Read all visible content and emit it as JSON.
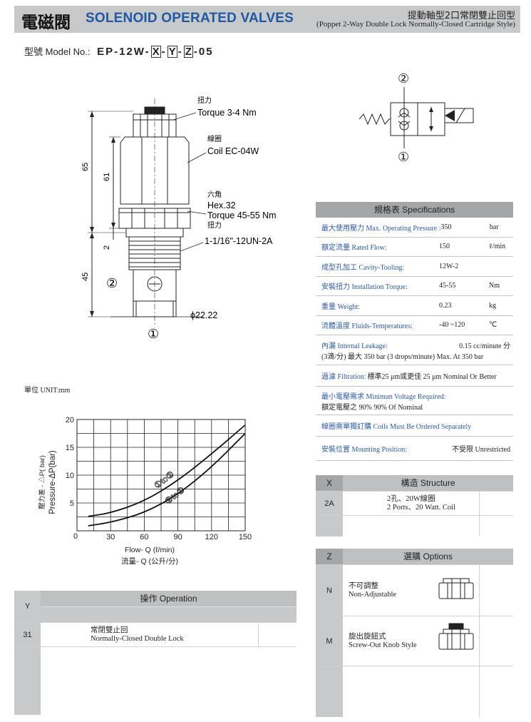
{
  "header": {
    "title_zh": "電磁閥",
    "title_en": "SOLENOID OPERATED VALVES",
    "subtitle_zh": "提動軸型2口常閉雙止回型",
    "subtitle_en": "(Poppet 2-Way Double Lock Normally-Closed Cartridge Style)"
  },
  "model": {
    "label": "型號 Model No.:",
    "prefix": "EP-12W-",
    "x": "X",
    "y": "Y",
    "z": "Z",
    "sep": "-",
    "suffix": "-05"
  },
  "drawing": {
    "torque_zh": "扭力",
    "torque": "Torque 3-4 Nm",
    "coil_zh": "線圈",
    "coil": "Coil EC-04W",
    "hex_zh": "六角",
    "hex": "Hex.32",
    "hex_torque": "Torque 45-55 Nm",
    "hex_torque_zh": "扭力",
    "thread": "1-1/16\"-12UN-2A",
    "diameter": "ϕ22.22",
    "dim_65": "65",
    "dim_61": "61",
    "dim_2": "2",
    "dim_45": "45",
    "port1": "①",
    "port2": "②"
  },
  "symbol": {
    "port1": "①",
    "port2": "②"
  },
  "unit_note": "單位 UNIT:mm",
  "chart_data": {
    "type": "line",
    "title": "",
    "xlabel": "Flow- Q (ℓ/min)",
    "xlabel_zh": "流量- Q (公升/分)",
    "ylabel": "Pressure-ΔP(bar)",
    "ylabel_zh": "壓力差 - △P( bar)",
    "xlim": [
      0,
      150
    ],
    "ylim": [
      0,
      20
    ],
    "xticks": [
      "0",
      "30",
      "60",
      "90",
      "120",
      "150"
    ],
    "yticks": [
      "5",
      "10",
      "15",
      "20"
    ],
    "grid": true,
    "series": [
      {
        "name": "1 to 2",
        "x": [
          10,
          30,
          60,
          90,
          120,
          150
        ],
        "y": [
          2.6,
          3.2,
          5.3,
          9.0,
          13.8,
          19.0
        ]
      },
      {
        "name": "2 to 1",
        "x": [
          10,
          30,
          60,
          90,
          120,
          150
        ],
        "y": [
          0.9,
          1.5,
          3.2,
          6.5,
          11.4,
          17.5
        ]
      }
    ]
  },
  "specs": {
    "title": "規格表 Specifications",
    "rows": [
      {
        "label": "最大使用壓力 Max. Operating Pressure :",
        "value": "350",
        "unit": "bar"
      },
      {
        "label": "額定流量 Rated Flow:",
        "value": "150",
        "unit": "ℓ/min"
      },
      {
        "label": "成型孔加工 Cavity-Tooling:",
        "value": "12W-2",
        "unit": ""
      },
      {
        "label": "安裝扭力 Installation Torque:",
        "value": "45-55",
        "unit": "Nm"
      },
      {
        "label": "重量 Weight:",
        "value": "0.23",
        "unit": "kg"
      },
      {
        "label": "流體溫度 Fluids-Temperatures:",
        "value": "-40 ~120",
        "unit": "℃"
      }
    ],
    "leakage_label": "內漏 Internal Leakage:",
    "leakage_value": "0.15 cc/minute 分",
    "leakage_note": "(3滴/分) 最大 350 bar   (3 drops/minute) Max. At 350 bar",
    "filtration_label": "過濾 Filtration:",
    "filtration_value": "標準25 μm或更佳 25 μm Nominal Or Better",
    "voltage_label": "最小電壓需求 Minimun Voltage Required:",
    "voltage_value": "額定電壓之 90%     90% Of Nominal",
    "coil_order": "線圈需單獨訂購 Coils Must Be Ordered Separately",
    "mounting_label": "安裝位置 Mounting Position:",
    "mounting_value": "不受限  Unrestricted"
  },
  "structure": {
    "key_header": "X",
    "title": "構造 Structure",
    "rows": [
      {
        "code": "2A",
        "zh": "2孔、20W線圈",
        "en": "2 Ports、20 Watt. Coil"
      }
    ]
  },
  "options": {
    "key_header": "Z",
    "title": "選購 Options",
    "rows": [
      {
        "code": "N",
        "zh": "不可調整",
        "en": "Non-Adjustable"
      },
      {
        "code": "M",
        "zh": "旋出旋鈕式",
        "en": "Screw-Out Knob Style"
      }
    ]
  },
  "operation": {
    "key_header": "Y",
    "title": "操作 Operation",
    "rows": [
      {
        "code": "31",
        "zh": "常閉雙止回",
        "en": "Normally-Closed Double Lock"
      }
    ]
  }
}
